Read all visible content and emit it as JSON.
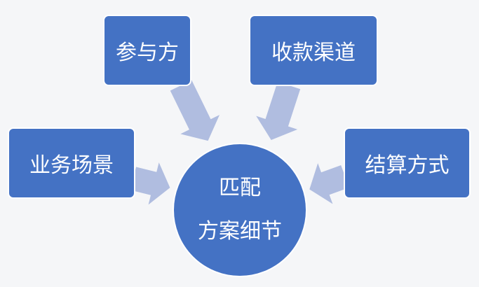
{
  "nodes": {
    "participants": "参与方",
    "channels": "收款渠道",
    "scenario": "业务场景",
    "settlement": "结算方式"
  },
  "center": {
    "line1": "匹配",
    "line2": "方案细节"
  },
  "colors": {
    "box": "#4472c4",
    "arrow": "#b0bde0",
    "background": "#f5f6f8"
  }
}
